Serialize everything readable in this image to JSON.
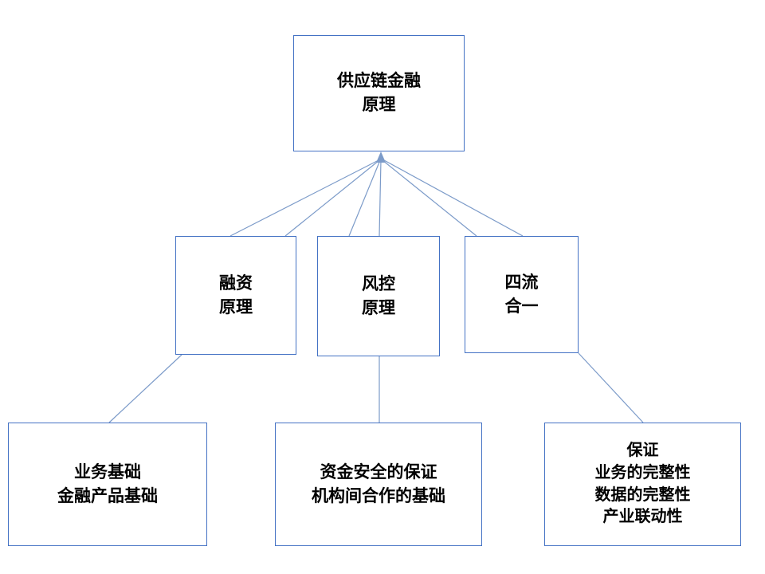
{
  "diagram": {
    "title_box": {
      "lines": [
        "供应链金融",
        "原理"
      ]
    },
    "middle_boxes": [
      {
        "id": "financing-principles",
        "lines": [
          "融资",
          "原理"
        ]
      },
      {
        "id": "risk-control-principles",
        "lines": [
          "风控",
          "原理"
        ]
      },
      {
        "id": "four-flows-in-one",
        "lines": [
          "四流",
          "合一"
        ]
      }
    ],
    "bottom_boxes": [
      {
        "id": "business-foundation",
        "lines": [
          "业务基础",
          "金融产品基础"
        ]
      },
      {
        "id": "fund-safety-guarantee",
        "lines": [
          "资金安全的保证",
          "机构间合作的基础"
        ]
      },
      {
        "id": "integrity-guarantee",
        "lines": [
          "保证",
          "业务的完整性",
          "数据的完整性",
          "产业联动性"
        ]
      }
    ]
  },
  "colors": {
    "background": "#ffffff",
    "box_border": "#4472c4",
    "connector": "#7c9bc9",
    "text": "#000000"
  }
}
